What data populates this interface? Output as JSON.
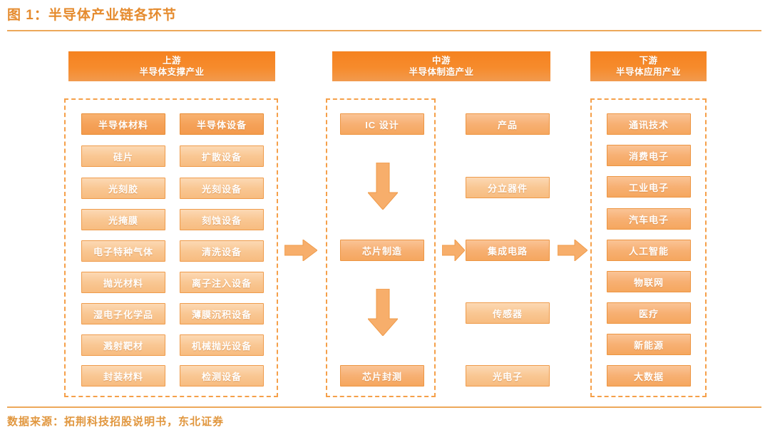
{
  "figure": {
    "title": "图 1：半导体产业链各环节",
    "source_note": "数据来源：拓荆科技招股说明书，东北证券"
  },
  "colors": {
    "accent": "#F58220",
    "header_bar": "#F68B2C",
    "node_light": "#F9C793",
    "node_dark": "#F5A259",
    "dashed_border": "#F5A04A",
    "title_text": "#E58B2E",
    "rule": "#EDA85A"
  },
  "sections": [
    {
      "id": "upstream",
      "header_line1": "上游",
      "header_line2": "半导体支撑产业",
      "columns": [
        {
          "id": "materials",
          "header": "半导体材料",
          "items": [
            "硅片",
            "光刻胶",
            "光掩膜",
            "电子特种气体",
            "抛光材料",
            "湿电子化学品",
            "溅射靶材",
            "封装材料"
          ]
        },
        {
          "id": "equipment",
          "header": "半导体设备",
          "items": [
            "扩散设备",
            "光刻设备",
            "刻蚀设备",
            "清洗设备",
            "离子注入设备",
            "薄膜沉积设备",
            "机械抛光设备",
            "检测设备"
          ]
        }
      ]
    },
    {
      "id": "midstream",
      "header_line1": "中游",
      "header_line2": "半导体制造产业",
      "flow": [
        "IC 设计",
        "芯片制造",
        "芯片封测"
      ],
      "products_header": "产品",
      "products": [
        "分立器件",
        "集成电路",
        "传感器",
        "光电子"
      ]
    },
    {
      "id": "downstream",
      "header_line1": "下游",
      "header_line2": "半导体应用产业",
      "items": [
        "通讯技术",
        "消费电子",
        "工业电子",
        "汽车电子",
        "人工智能",
        "物联网",
        "医疗",
        "新能源",
        "大数据"
      ]
    }
  ]
}
